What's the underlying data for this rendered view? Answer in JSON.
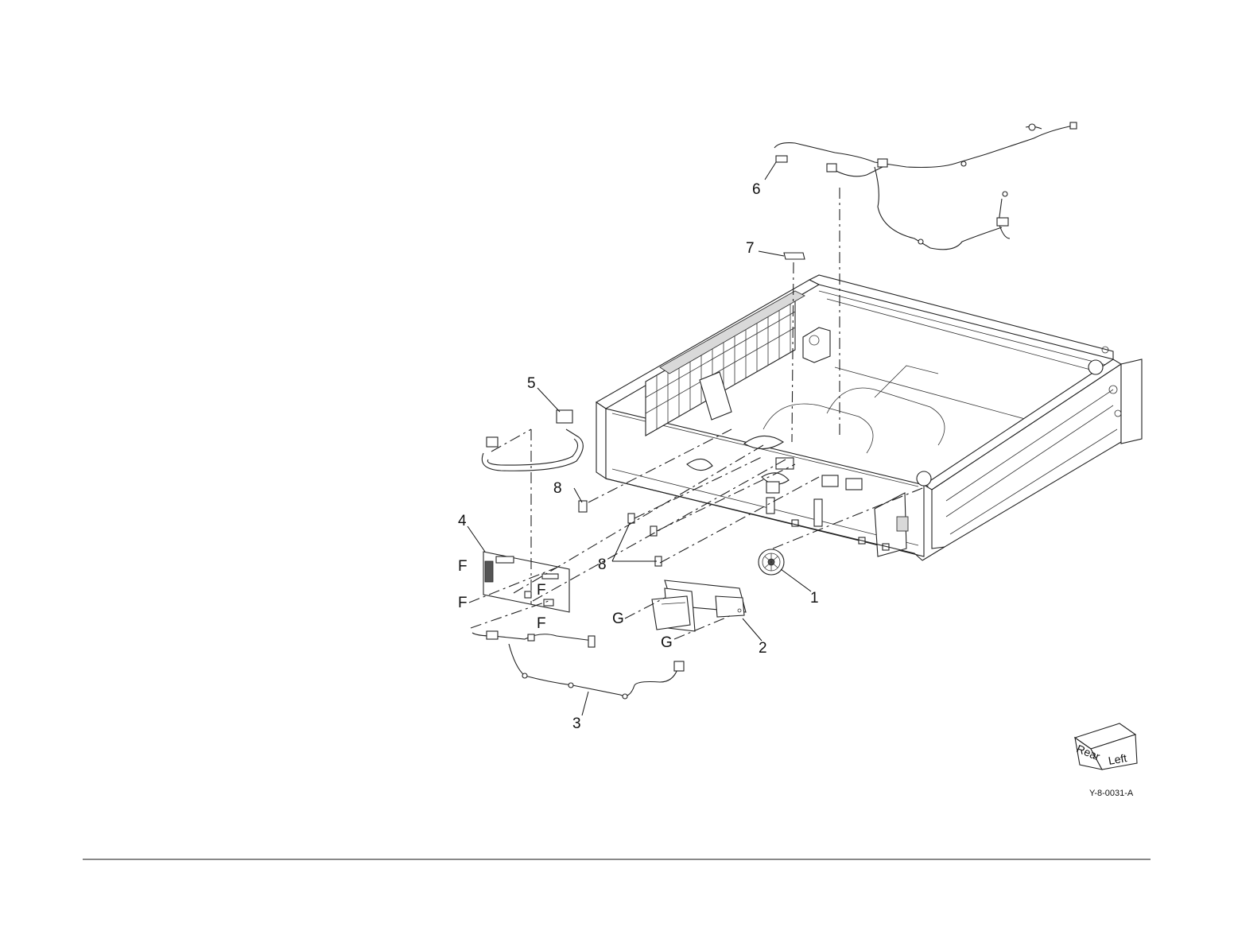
{
  "figure_id": "Y-8-0031-A",
  "callouts": {
    "c1": "1",
    "c2": "2",
    "c3": "3",
    "c4": "4",
    "c5": "5",
    "c6": "6",
    "c7": "7",
    "c8a": "8",
    "c8b": "8"
  },
  "refs": {
    "f1": "F",
    "f2": "F",
    "f3": "F",
    "f4": "F",
    "g1": "G",
    "g2": "G"
  },
  "orientation_cube": {
    "face1": "Rear",
    "face2": "Left"
  }
}
